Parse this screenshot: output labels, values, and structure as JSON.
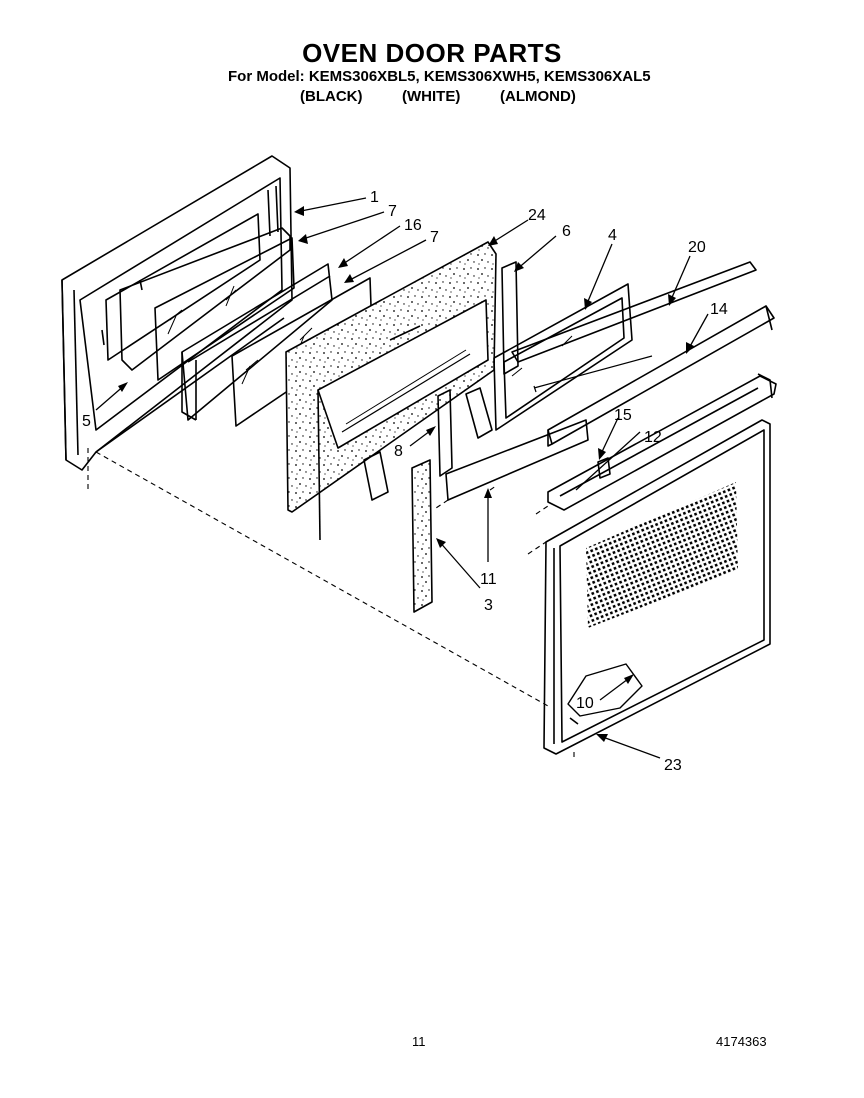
{
  "header": {
    "title": "OVEN DOOR PARTS",
    "models": "For Model: KEMS306XBL5, KEMS306XWH5, KEMS306XAL5",
    "colors": [
      "(BLACK)",
      "(WHITE)",
      "(ALMOND)"
    ]
  },
  "callouts": [
    "1",
    "7",
    "16",
    "7",
    "24",
    "6",
    "4",
    "20",
    "14",
    "5",
    "15",
    "12",
    "8",
    "11",
    "3",
    "10",
    "23"
  ],
  "footer": {
    "page": "11",
    "doc_number": "4174363"
  }
}
